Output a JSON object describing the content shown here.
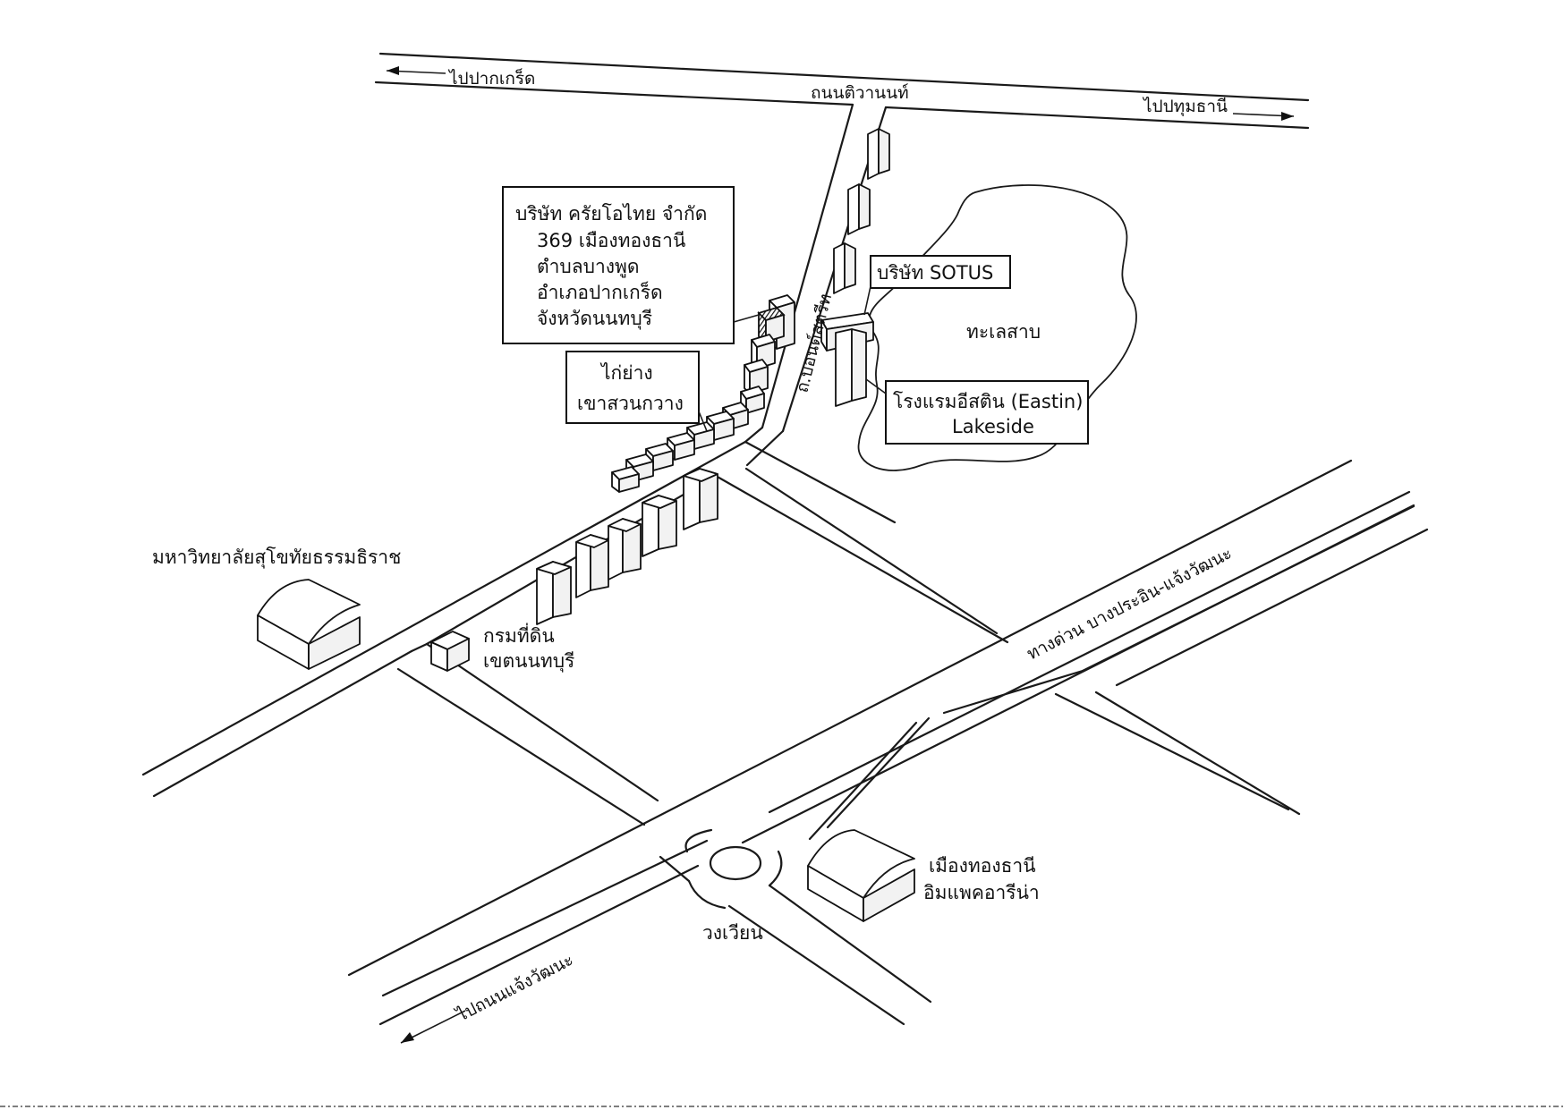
{
  "labels": {
    "to_pakkret": "ไปปากเกร็ด",
    "tiwanon_road": "ถนนติวานนท์",
    "to_pathumthani": "ไปปทุมธานี",
    "company_name": "บริษัท ครัยโอไทย จำกัด",
    "company_addr_1": "369 เมืองทองธานี",
    "company_addr_2": "ตำบลบางพูด",
    "company_addr_3": "อำเภอปากเกร็ด",
    "company_addr_4": "จังหวัดนนทบุรี",
    "bond_street": "ถ.บอนด์สตรีท",
    "sotus": "บริษัท SOTUS",
    "lake": "ทะเลสาบ",
    "kai_yang_1": "ไก่ย่าง",
    "kai_yang_2": "เขาสวนกวาง",
    "eastin_1": "โรงแรมอีสติน (Eastin)",
    "eastin_2": "Lakeside",
    "university": "มหาวิทยาลัยสุโขทัยธรรมธิราช",
    "land_dept_1": "กรมที่ดิน",
    "land_dept_2": "เขตนนทบุรี",
    "expressway": "ทางด่วน บางประอิน-แจ้งวัฒนะ",
    "impact_1": "เมืองทองธานี",
    "impact_2": "อิมแพคอารีน่า",
    "roundabout": "วงเวียน",
    "to_chaengwattana": "ไปถนนแจ้งวัฒนะ"
  },
  "colors": {
    "ink": "#111111",
    "background": "#ffffff"
  }
}
